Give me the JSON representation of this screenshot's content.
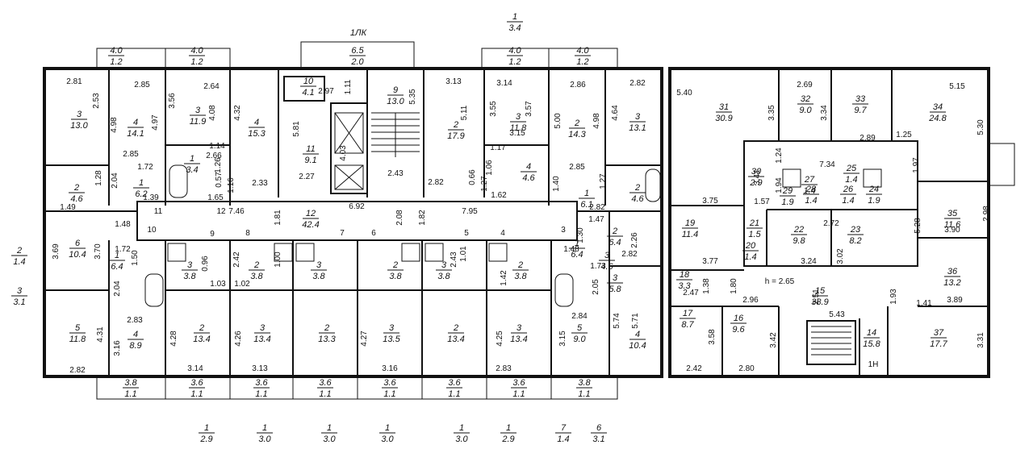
{
  "header": {
    "entrance_label": "1ЛК",
    "balcony_top": {
      "num": "1",
      "area": "3.4"
    }
  },
  "outside_left": [
    {
      "num": "2",
      "area": "1.4"
    },
    {
      "num": "3",
      "area": "3.1"
    }
  ],
  "rooms": [
    {
      "num": "3",
      "area": "13.0"
    },
    {
      "num": "4",
      "area": "14.1"
    },
    {
      "num": "3",
      "area": "11.9"
    },
    {
      "num": "4",
      "area": "15.3"
    },
    {
      "num": "10",
      "area": "4.1"
    },
    {
      "num": "9",
      "area": "13.0"
    },
    {
      "num": "2",
      "area": "17.9"
    },
    {
      "num": "3",
      "area": "11.8"
    },
    {
      "num": "2",
      "area": "14.3"
    },
    {
      "num": "3",
      "area": "13.1"
    },
    {
      "num": "2",
      "area": "4.6"
    },
    {
      "num": "1",
      "area": "6.2"
    },
    {
      "num": "2",
      "area": "4.6"
    },
    {
      "num": "1",
      "area": "3.4"
    },
    {
      "num": "11",
      "area": "9.1"
    },
    {
      "num": "4",
      "area": "4.6"
    },
    {
      "num": "1",
      "area": "6.1"
    },
    {
      "num": "3",
      "area": "4.6"
    },
    {
      "num": "12",
      "area": "42.4"
    },
    {
      "num": "6",
      "area": "10.4"
    },
    {
      "num": "1",
      "area": "6.4"
    },
    {
      "num": "2",
      "area": "6.4"
    },
    {
      "num": "1",
      "area": "6.4"
    },
    {
      "num": "3",
      "area": "5.8"
    },
    {
      "num": "5",
      "area": "11.8"
    },
    {
      "num": "4",
      "area": "8.9"
    },
    {
      "num": "2",
      "area": "13.4"
    },
    {
      "num": "3",
      "area": "13.4"
    },
    {
      "num": "2",
      "area": "13.3"
    },
    {
      "num": "3",
      "area": "13.5"
    },
    {
      "num": "2",
      "area": "13.4"
    },
    {
      "num": "3",
      "area": "13.4"
    },
    {
      "num": "5",
      "area": "9.0"
    },
    {
      "num": "4",
      "area": "10.4"
    },
    {
      "num": "3",
      "area": "3.8"
    },
    {
      "num": "2",
      "area": "3.8"
    },
    {
      "num": "3",
      "area": "3.8"
    },
    {
      "num": "2",
      "area": "3.8"
    },
    {
      "num": "3",
      "area": "3.8"
    },
    {
      "num": "2",
      "area": "3.8"
    },
    {
      "num": "31",
      "area": "30.9"
    },
    {
      "num": "32",
      "area": "9.0"
    },
    {
      "num": "33",
      "area": "9.7"
    },
    {
      "num": "34",
      "area": "24.8"
    },
    {
      "num": "30",
      "area": "2.9"
    },
    {
      "num": "29",
      "area": "1.9"
    },
    {
      "num": "28",
      "area": "1.4"
    },
    {
      "num": "27",
      "area": "1.4"
    },
    {
      "num": "26",
      "area": "1.4"
    },
    {
      "num": "25",
      "area": "1.4"
    },
    {
      "num": "24",
      "area": "1.9"
    },
    {
      "num": "19",
      "area": "11.4"
    },
    {
      "num": "21",
      "area": "1.5"
    },
    {
      "num": "20",
      "area": "1.4"
    },
    {
      "num": "22",
      "area": "9.8"
    },
    {
      "num": "23",
      "area": "8.2"
    },
    {
      "num": "35",
      "area": "11.6"
    },
    {
      "num": "36",
      "area": "13.2"
    },
    {
      "num": "18",
      "area": "3.3"
    },
    {
      "num": "15",
      "area": "38.9"
    },
    {
      "num": "17",
      "area": "8.7"
    },
    {
      "num": "16",
      "area": "9.6"
    },
    {
      "num": "14",
      "area": "15.8"
    },
    {
      "num": "37",
      "area": "17.7"
    }
  ],
  "balconies_top": [
    {
      "num": "4.0",
      "area": "1.2"
    },
    {
      "num": "4.0",
      "area": "1.2"
    },
    {
      "num": "6.5",
      "area": "2.0"
    },
    {
      "num": "4.0",
      "area": "1.2"
    },
    {
      "num": "4.0",
      "area": "1.2"
    }
  ],
  "balconies_bottom": [
    {
      "num": "3.8",
      "area": "1.1"
    },
    {
      "num": "3.6",
      "area": "1.1"
    },
    {
      "num": "3.6",
      "area": "1.1"
    },
    {
      "num": "3.6",
      "area": "1.1"
    },
    {
      "num": "3.6",
      "area": "1.1"
    },
    {
      "num": "3.6",
      "area": "1.1"
    },
    {
      "num": "3.6",
      "area": "1.1"
    },
    {
      "num": "3.8",
      "area": "1.1"
    }
  ],
  "below_plan": [
    {
      "num": "1",
      "area": "2.9"
    },
    {
      "num": "1",
      "area": "3.0"
    },
    {
      "num": "1",
      "area": "3.0"
    },
    {
      "num": "1",
      "area": "3.0"
    },
    {
      "num": "1",
      "area": "3.0"
    },
    {
      "num": "1",
      "area": "2.9"
    },
    {
      "num": "7",
      "area": "1.4"
    },
    {
      "num": "6",
      "area": "3.1"
    }
  ],
  "dims": [
    "2.81",
    "2.53",
    "2.85",
    "4.98",
    "4.97",
    "3.56",
    "4.08",
    "4.32",
    "2.64",
    "5.81",
    "2.97",
    "1.11",
    "5.35",
    "3.13",
    "5.11",
    "3.55",
    "3.14",
    "3.57",
    "3.15",
    "5.00",
    "2.86",
    "4.98",
    "4.64",
    "2.82",
    "2.85",
    "1.72",
    "1.28",
    "2.04",
    "1.14",
    "1.26",
    "0.57",
    "2.66",
    "2.33",
    "1.16",
    "4.03",
    "2.27",
    "2.43",
    "1.17",
    "1.06",
    "0.66",
    "2.82",
    "1.27",
    "1.62",
    "2.85",
    "1.40",
    "1.27",
    "1.49",
    "1.39",
    "1.65",
    "11",
    "9",
    "12",
    "7.46",
    "1.81",
    "6.92",
    "2.08",
    "1.82",
    "7.95",
    "1.48",
    "1.47",
    "2.82",
    "10",
    "8",
    "7",
    "6",
    "5",
    "4",
    "3",
    "1.30",
    "1.48",
    "3.69",
    "3.70",
    "1.72",
    "1.50",
    "0.96",
    "2.42",
    "1.00",
    "2.43",
    "1.01",
    "1.42",
    "2.26",
    "1.73",
    "2.82",
    "2.04",
    "1.03",
    "1.02",
    "2.05",
    "2.83",
    "2.84",
    "5.74",
    "5.71",
    "3.16",
    "4.31",
    "4.28",
    "4.26",
    "4.27",
    "4.25",
    "3.15",
    "2.82",
    "3.14",
    "3.13",
    "3.16",
    "2.83",
    "5.40",
    "2.69",
    "3.35",
    "3.34",
    "5.15",
    "5.30",
    "2.89",
    "1.25",
    "7.34",
    "3.41",
    "1.24",
    "1.97",
    "1.57",
    "1.94",
    "3.75",
    "2.72",
    "5.28",
    "2.98",
    "3.90",
    "3.77",
    "3.24",
    "3.02",
    "1.80",
    "h = 2.65",
    "2.51",
    "1.93",
    "2.47",
    "1.38",
    "2.96",
    "1.41",
    "3.89",
    "5.43",
    "3.58",
    "3.42",
    "2.42",
    "2.80",
    "1Н",
    "3.31"
  ]
}
